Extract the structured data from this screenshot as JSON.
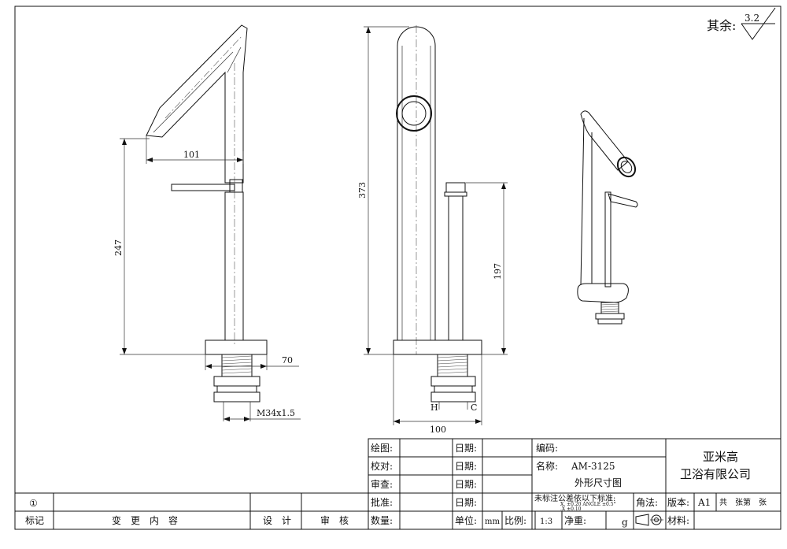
{
  "roughness": {
    "label": "其余:",
    "value": "3.2"
  },
  "dimensions": {
    "side": {
      "spout_reach": "101",
      "height": "247",
      "base_width": "70",
      "thread": "M34x1.5"
    },
    "front": {
      "total_height": "373",
      "handle_height": "197",
      "base_width": "100",
      "hot": "H",
      "cold": "C"
    }
  },
  "title_block": {
    "drawn": "绘图:",
    "date": "日期:",
    "checked": "校对:",
    "reviewed": "审查:",
    "approved": "批准:",
    "quantity": "数量:",
    "code_label": "编码:",
    "name_label": "名称:",
    "model": "AM-3125",
    "drawing_title": "外形尺寸图",
    "tolerance": "未标注公差依以下标准:",
    "tol_detail_1": "X.    ±0.20  ANGLE ±0.5°",
    "tol_detail_2": ".X    ±0.10",
    "angle_label": "角法:",
    "version_label": "版本:",
    "version": "A1",
    "sheets": "共　张第　张",
    "unit_label": "单位:",
    "unit": "mm",
    "scale_label": "比例:",
    "scale": "1:3",
    "net_weight": "净重:",
    "weight_unit": "g",
    "material": "材料:",
    "company_line1": "亚米高",
    "company_line2": "卫浴有限公司"
  },
  "revision": {
    "mark_symbol": "①",
    "mark": "标记",
    "change": "变　更　内　容",
    "design": "设　计",
    "audit": "审　核"
  }
}
